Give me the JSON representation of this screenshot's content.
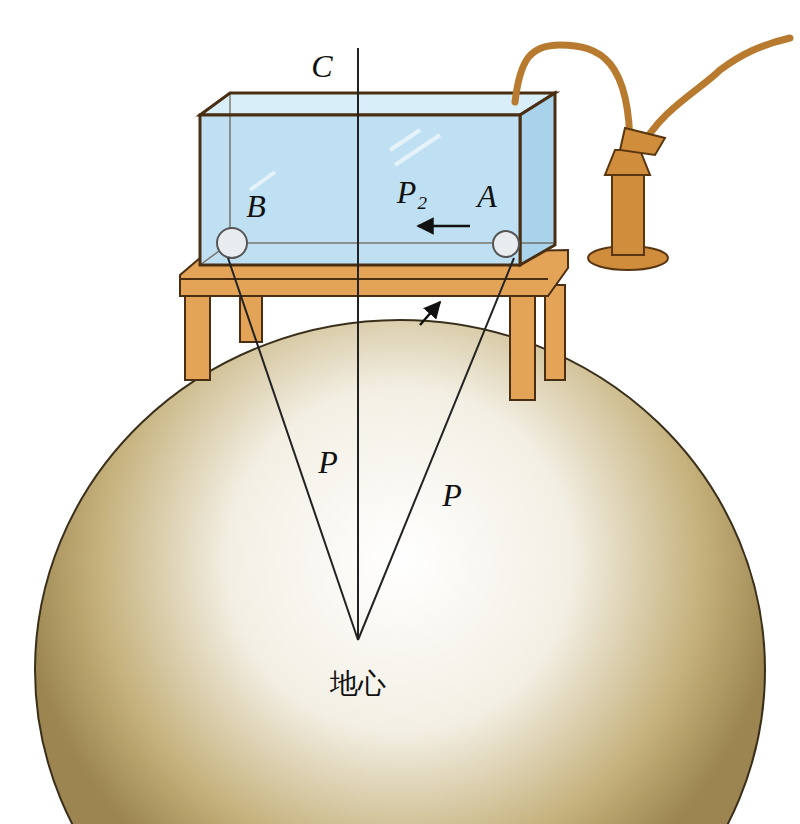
{
  "diagram": {
    "labels": [
      "C",
      "B",
      "P₂",
      "A",
      "P",
      "P",
      "地心"
    ]
  }
}
